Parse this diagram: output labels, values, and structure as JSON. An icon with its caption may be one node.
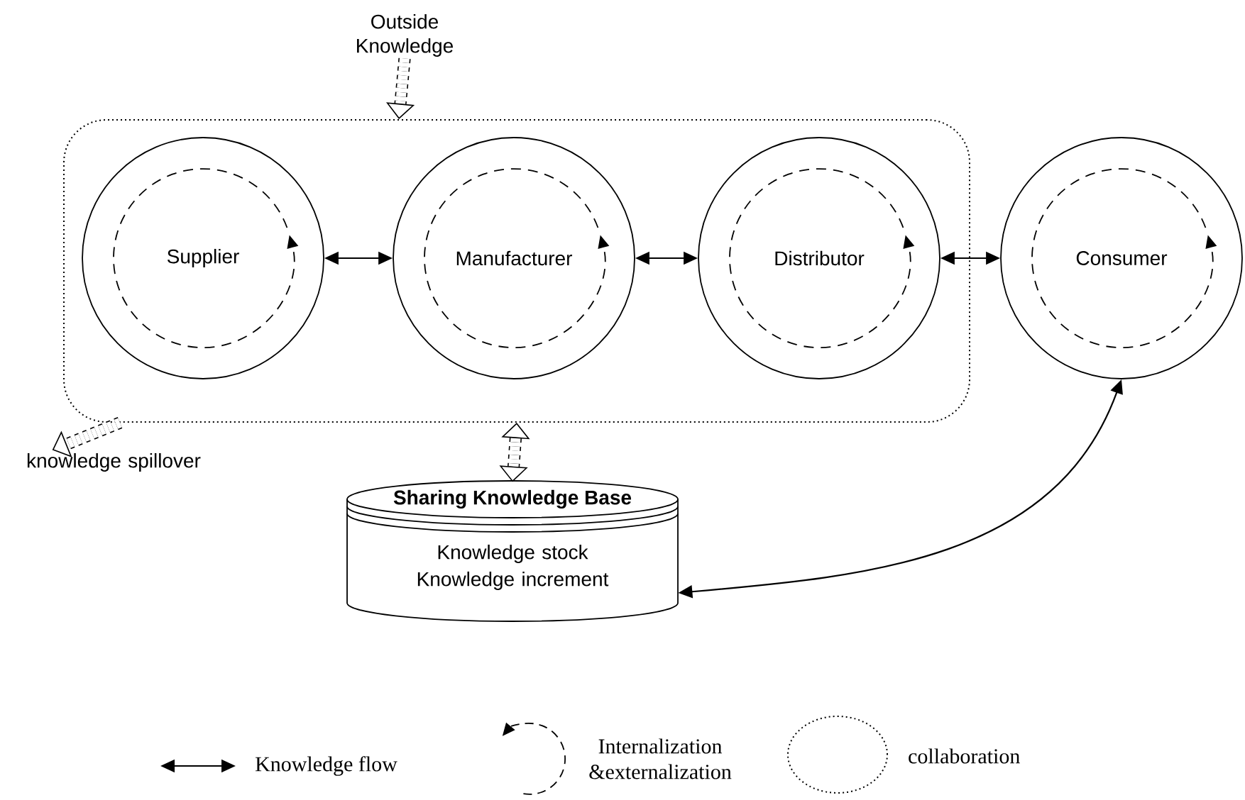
{
  "diagram": {
    "nodes": [
      {
        "text": [],
        "shape": "box"
      },
      {
        "text": [
          "Supplier"
        ],
        "in": 0
      },
      {
        "text": [
          "Manufacturer"
        ],
        "in": 0
      },
      {
        "text": [
          "Distributor"
        ],
        "in": 0
      },
      {
        "text": [
          "Consumer"
        ]
      },
      {
        "text": [
          "Outside Knowledge"
        ]
      },
      {
        "text": [
          "knowledge spillover"
        ]
      },
      {
        "text": [
          "Sharing Knowledge Base",
          "Knowledge stock Knowledge increment"
        ]
      }
    ],
    "edges": [
      {
        "from": 1,
        "to": 2,
        "arrow": "both"
      },
      {
        "from": 2,
        "to": 3,
        "arrow": "both"
      },
      {
        "from": 3,
        "to": 4,
        "arrow": "both"
      },
      {
        "from": 5,
        "to": 0,
        "arrow": "to",
        "style": "dashed"
      },
      {
        "from": 0,
        "to": 6,
        "arrow": "to",
        "style": "dashed"
      },
      {
        "from": 0,
        "to": 7,
        "arrow": "both",
        "style": "dashed"
      },
      {
        "from": 4,
        "to": 7,
        "arrow": "both"
      }
    ],
    "legend": [
      {
        "text": "Knowledge flow"
      },
      {
        "text": "Internalization &externalization"
      },
      {
        "text": "collaboration"
      }
    ]
  }
}
